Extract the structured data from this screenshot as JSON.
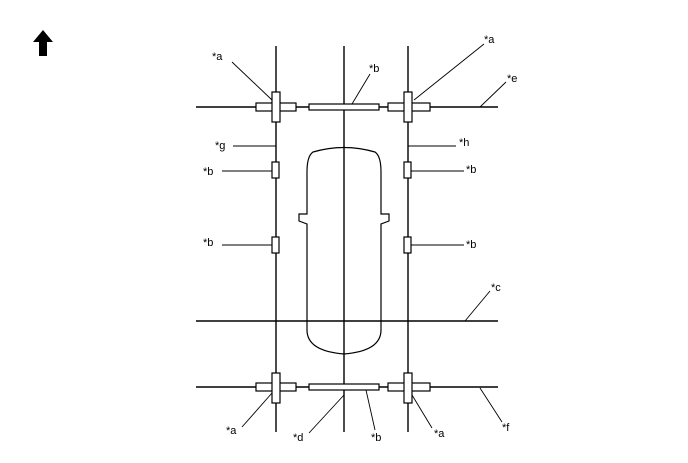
{
  "labels": {
    "a": "*a",
    "b": "*b",
    "c": "*c",
    "d": "*d",
    "e": "*e",
    "f": "*f",
    "g": "*g",
    "h": "*h"
  },
  "icons": {
    "front_arrow": "up-arrow-icon"
  }
}
